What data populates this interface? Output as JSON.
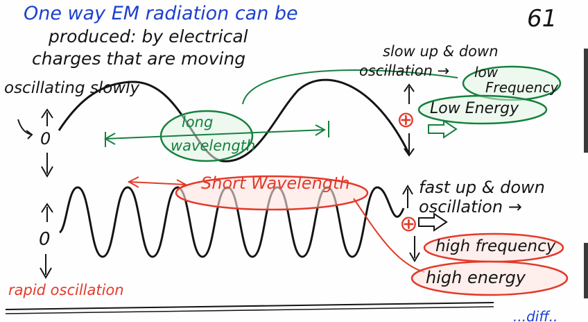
{
  "page_number": "61",
  "heading": {
    "line1": "One way EM radiation can be",
    "line2": "produced: by electrical",
    "line3": "charges that are moving"
  },
  "slow": {
    "label": "oscillating slowly",
    "axis_up": "↑",
    "axis_zero": "0",
    "axis_down": "↓",
    "wavelength_label_1": "long",
    "wavelength_label_2": "wavelength",
    "note_line1": "slow up & down",
    "note_line2": "oscillation →",
    "frequency_1": "low",
    "frequency_2": "Frequency",
    "energy": "Low Energy",
    "charge_symbol": "⊕"
  },
  "fast": {
    "label": "rapid oscillation",
    "axis_up": "↑",
    "axis_zero": "0",
    "axis_down": "↓",
    "wavelength_label": "Short Wavelength",
    "note_line1": "fast up & down",
    "note_line2": "oscillation →",
    "frequency": "high frequency",
    "energy": "high energy",
    "charge_symbol": "⊕"
  },
  "footer_fragment": "...diff..",
  "colors": {
    "blue_ink": "#1d3fcf",
    "black_ink": "#141414",
    "green_ink": "#15803d",
    "red_ink": "#e23a2a"
  }
}
